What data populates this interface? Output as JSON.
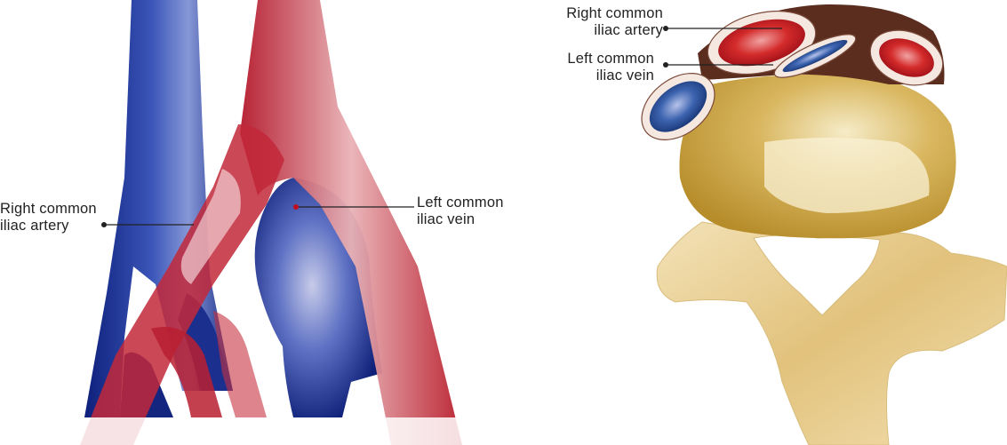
{
  "labels": {
    "left_panel": {
      "artery": {
        "line1": "Right common",
        "line2": "iliac artery"
      },
      "vein": {
        "line1": "Left common",
        "line2": "iliac vein"
      }
    },
    "right_panel": {
      "artery": {
        "line1": "Right common",
        "line2": "iliac artery"
      },
      "vein": {
        "line1": "Left common",
        "line2": "iliac vein"
      }
    }
  },
  "colors": {
    "artery_red": "#c0182a",
    "vein_blue": "#1b2f8f",
    "bone_yellow": "#e3c982",
    "disc_brown": "#5a2d1f"
  }
}
